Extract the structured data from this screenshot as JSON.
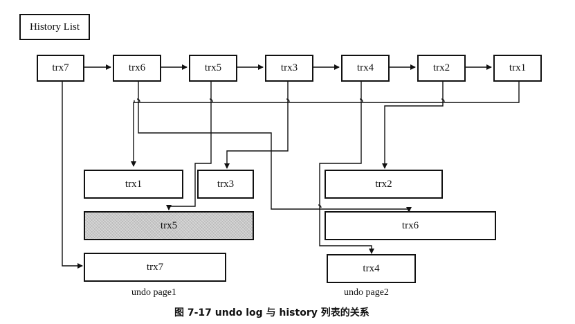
{
  "history_list_label": "History List",
  "history_nodes": [
    "trx7",
    "trx6",
    "trx5",
    "trx3",
    "trx4",
    "trx2",
    "trx1"
  ],
  "undo_page1": {
    "label": "undo page1",
    "records": [
      "trx1",
      "trx3",
      "trx5",
      "trx7"
    ]
  },
  "undo_page2": {
    "label": "undo page2",
    "records": [
      "trx2",
      "trx6",
      "trx4"
    ]
  },
  "caption": "图 7-17    undo log 与 history 列表的关系"
}
